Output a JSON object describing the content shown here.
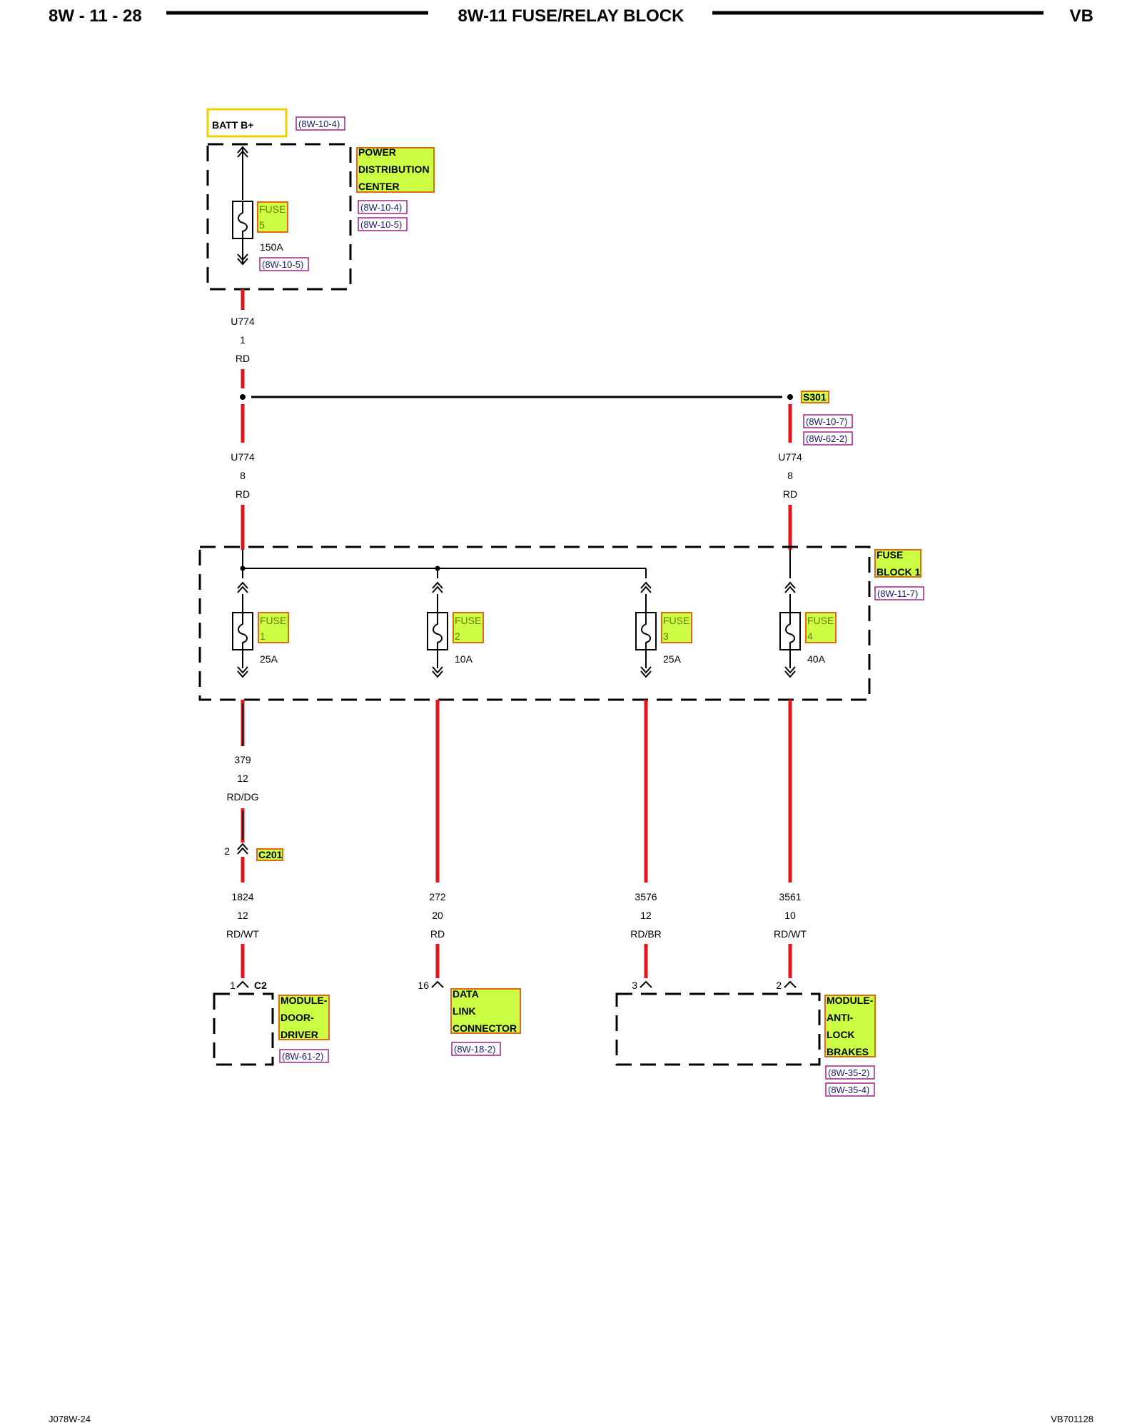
{
  "header": {
    "page_number": "8W - 11 - 28",
    "title": "8W-11 FUSE/RELAY BLOCK",
    "model": "VB"
  },
  "footer": {
    "left_code": "J078W-24",
    "right_code": "VB701128"
  },
  "batt": {
    "label": "BATT B+",
    "ref": "(8W-10-4)"
  },
  "pdc": {
    "lines": [
      "POWER",
      "DISTRIBUTION",
      "CENTER"
    ],
    "refs": [
      "(8W-10-4)",
      "(8W-10-5)"
    ],
    "fuse": {
      "label": "FUSE",
      "num": "5",
      "rating": "150A",
      "ref": "(8W-10-5)"
    }
  },
  "wire_u774_1": {
    "circuit": "U774",
    "gauge": "1",
    "color": "RD"
  },
  "splice": {
    "label": "S301",
    "refs": [
      "(8W-10-7)",
      "(8W-62-2)"
    ]
  },
  "wire_u774_8_left": {
    "circuit": "U774",
    "gauge": "8",
    "color": "RD"
  },
  "wire_u774_8_right": {
    "circuit": "U774",
    "gauge": "8",
    "color": "RD"
  },
  "fuse_block": {
    "lines": [
      "FUSE",
      "BLOCK 1"
    ],
    "ref": "(8W-11-7)",
    "fuses": [
      {
        "label": "FUSE",
        "num": "1",
        "rating": "25A"
      },
      {
        "label": "FUSE",
        "num": "2",
        "rating": "10A"
      },
      {
        "label": "FUSE",
        "num": "3",
        "rating": "25A"
      },
      {
        "label": "FUSE",
        "num": "4",
        "rating": "40A"
      }
    ]
  },
  "wire_379": {
    "circuit": "379",
    "gauge": "12",
    "color": "RD/DG"
  },
  "c201": {
    "pin": "2",
    "label": "C201"
  },
  "outputs": [
    {
      "circuit": "1824",
      "gauge": "12",
      "color": "RD/WT"
    },
    {
      "circuit": "272",
      "gauge": "20",
      "color": "RD"
    },
    {
      "circuit": "3576",
      "gauge": "12",
      "color": "RD/BR"
    },
    {
      "circuit": "3561",
      "gauge": "10",
      "color": "RD/WT"
    }
  ],
  "module_door": {
    "pin": "1",
    "connector": "C2",
    "lines": [
      "MODULE-",
      "DOOR-",
      "DRIVER"
    ],
    "ref": "(8W-61-2)"
  },
  "dlc": {
    "pin": "16",
    "lines": [
      "DATA",
      "LINK",
      "CONNECTOR"
    ],
    "ref": "(8W-18-2)"
  },
  "abs": {
    "pins": [
      "3",
      "2"
    ],
    "lines": [
      "MODULE-",
      "ANTI-",
      "LOCK",
      "BRAKES"
    ],
    "refs": [
      "(8W-35-2)",
      "(8W-35-4)"
    ]
  }
}
